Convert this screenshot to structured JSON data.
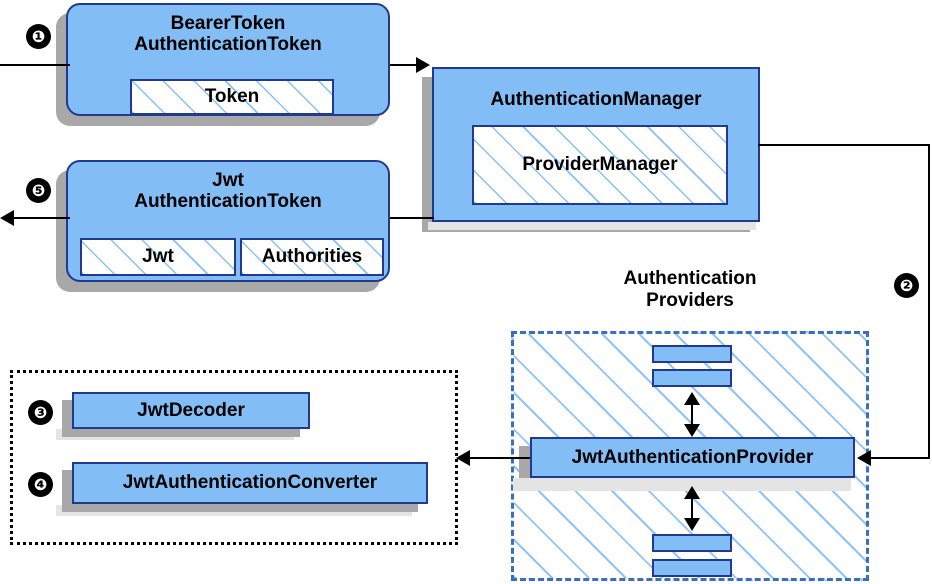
{
  "diagram": {
    "title": "Spring Security JWT Bearer Token Authentication Flow",
    "colors": {
      "node_fill": "#82bdf5",
      "node_border": "#223a8e",
      "shadow_dark": "#a8a8a8",
      "shadow_light": "#e4e4e4",
      "hatch_line": "#82bdf5",
      "region_border_blue": "#3a6ebf",
      "region_border_black": "#000000",
      "line": "#000000",
      "marker_fill": "#000000",
      "marker_text": "#ffffff"
    }
  },
  "nodes": {
    "bearer_token": {
      "title_line1": "BearerToken",
      "title_line2": "AuthenticationToken",
      "inner": "Token"
    },
    "jwt_token": {
      "title_line1": "Jwt",
      "title_line2": "AuthenticationToken",
      "inner_left": "Jwt",
      "inner_right": "Authorities"
    },
    "auth_manager": {
      "title": "AuthenticationManager",
      "inner": "ProviderManager"
    },
    "providers_region": {
      "title_line1": "Authentication",
      "title_line2": "Providers",
      "provider": "JwtAuthenticationProvider"
    },
    "decoder_region": {
      "decoder": "JwtDecoder",
      "converter": "JwtAuthenticationConverter"
    }
  },
  "markers": {
    "step1": "❶",
    "step2": "❷",
    "step3": "❸",
    "step4": "❹",
    "step5": "❺"
  }
}
